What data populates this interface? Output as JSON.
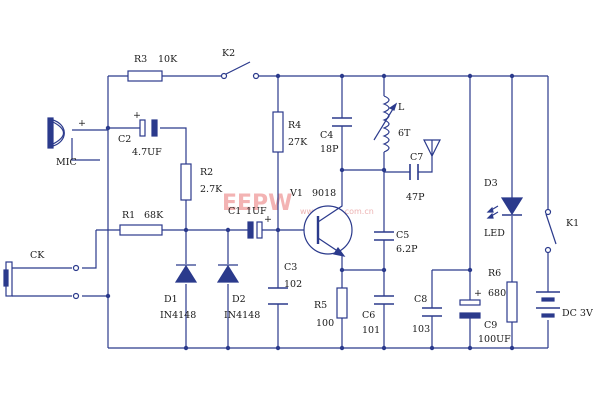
{
  "labels": {
    "r3": "R3",
    "r3_val": "10K",
    "k2": "K2",
    "mic": "MIC",
    "plus_mic": "+",
    "c2": "C2",
    "c2_val": "4.7UF",
    "plus_c2": "+",
    "r2": "R2",
    "r2_val": "2.7K",
    "r1": "R1",
    "r1_val": "68K",
    "ck": "CK",
    "c1": "C1",
    "c1_val": "1UF",
    "plus_c1": "+",
    "d1": "D1",
    "d1_val": "IN4148",
    "d2": "D2",
    "d2_val": "IN4148",
    "r4": "R4",
    "r4_val": "27K",
    "v1": "V1",
    "v1_val": "9018",
    "c3": "C3",
    "c3_val": "102",
    "c4": "C4",
    "c4_val": "18P",
    "l": "L",
    "l_val": "6T",
    "c7": "C7",
    "c7_val": "47P",
    "c5": "C5",
    "c5_val": "6.2P",
    "r5": "R5",
    "r5_val": "100",
    "c6": "C6",
    "c6_val": "101",
    "c8": "C8",
    "c8_val": "103",
    "c9": "C9",
    "c9_val": "100UF",
    "plus_c9": "+",
    "d3": "D3",
    "led": "LED",
    "r6": "R6",
    "r6_val": "680",
    "k1": "K1",
    "dc": "DC 3V"
  },
  "watermark": {
    "logo": "EEPW",
    "site": "www.eepw.com.cn"
  },
  "colors": {
    "wire": "#2b3a8c",
    "text": "#1a1a1a",
    "watermark": "#f09a9a"
  }
}
